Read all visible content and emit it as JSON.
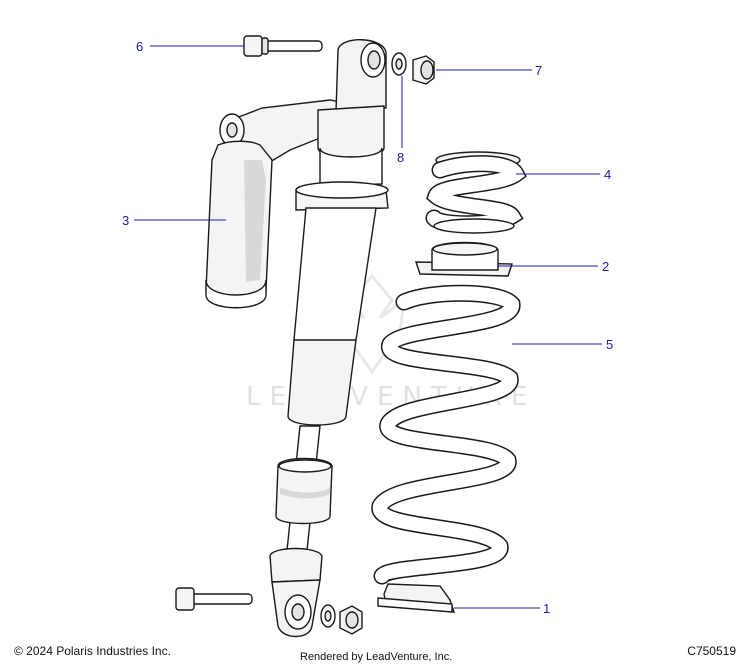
{
  "diagram": {
    "callouts": [
      {
        "id": "1",
        "label": "1"
      },
      {
        "id": "2",
        "label": "2"
      },
      {
        "id": "3",
        "label": "3"
      },
      {
        "id": "4",
        "label": "4"
      },
      {
        "id": "5",
        "label": "5"
      },
      {
        "id": "6",
        "label": "6"
      },
      {
        "id": "7",
        "label": "7"
      },
      {
        "id": "8",
        "label": "8"
      }
    ],
    "watermark": "LEADVENTURE",
    "colors": {
      "callout": "#1a1aa6",
      "outline": "#1a1a1a"
    }
  },
  "footer": {
    "copyright": "© 2024 Polaris Industries Inc.",
    "rendered_by": "Rendered by LeadVenture, Inc.",
    "figure_code": "C750519"
  }
}
